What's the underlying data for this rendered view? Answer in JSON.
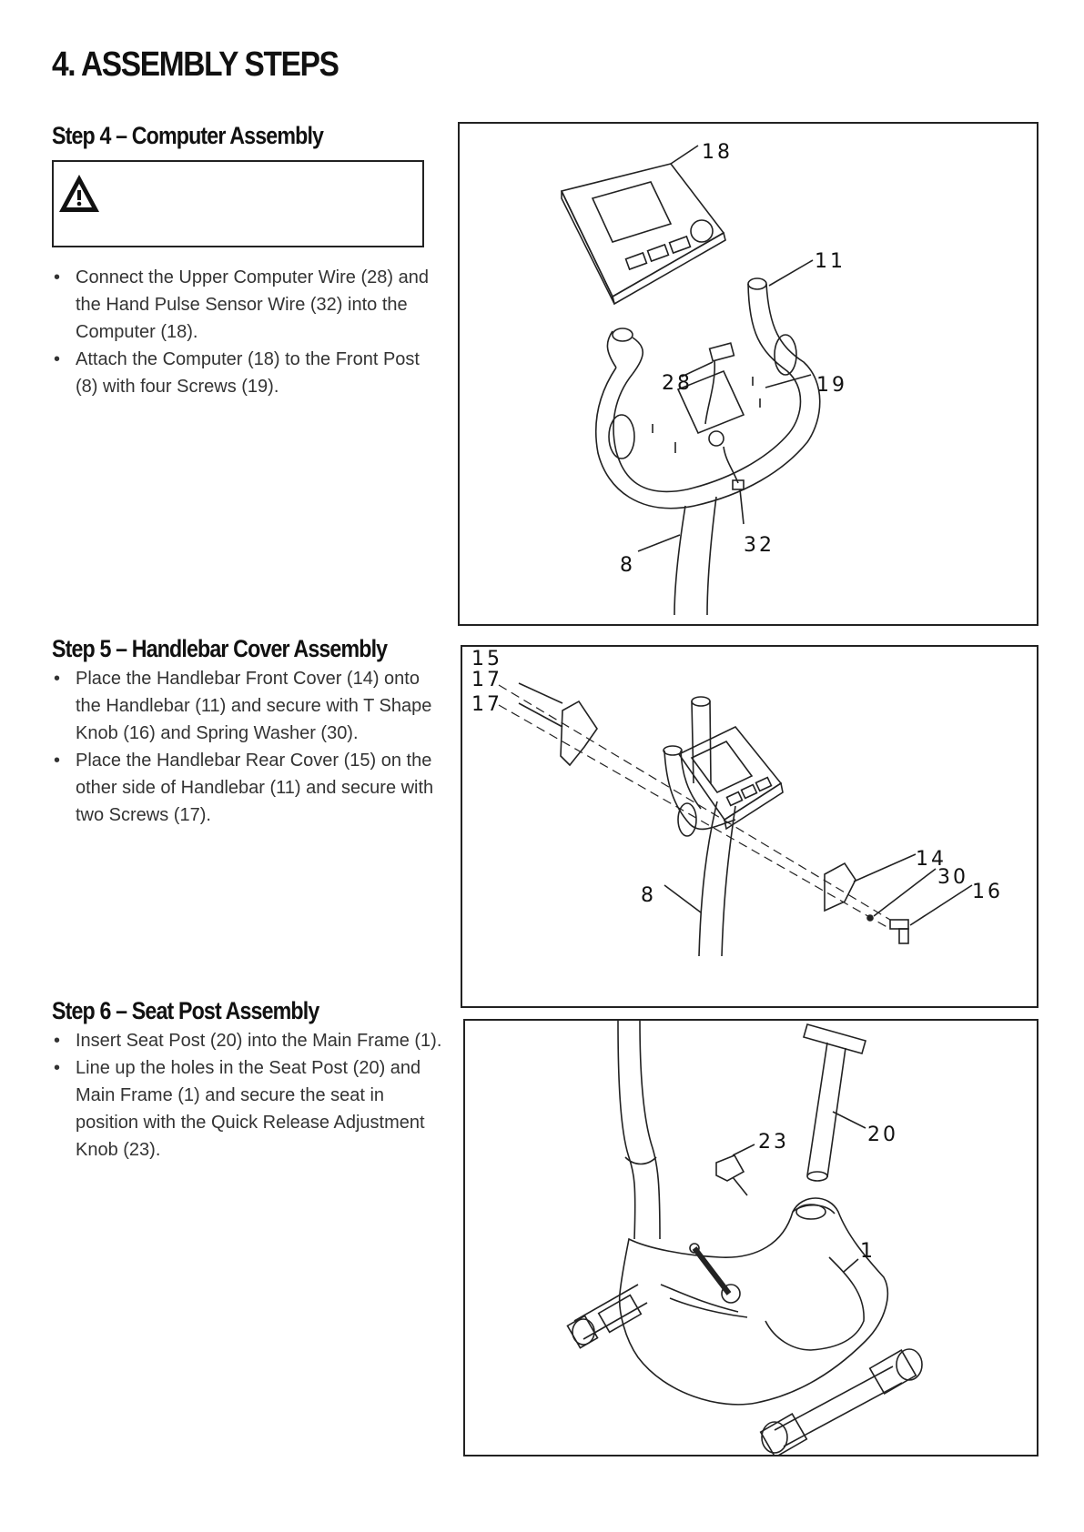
{
  "page_title": "4. ASSEMBLY STEPS",
  "steps": [
    {
      "heading": "Step 4 – Computer Assembly",
      "bullets": [
        "Connect the Upper Computer Wire (28) and the Hand Pulse Sensor Wire (32) into the Computer (18).",
        "Attach the Computer (18) to the Front Post (8) with four Screws (19)."
      ],
      "callouts": [
        "18",
        "11",
        "28",
        "19",
        "32",
        "8"
      ]
    },
    {
      "heading": "Step 5 – Handlebar Cover Assembly",
      "bullets": [
        "Place the Handlebar Front Cover (14) onto the Handlebar (11) and secure with T Shape Knob (16) and Spring Washer (30).",
        "Place the Handlebar Rear Cover (15) on the other side of Handlebar (11) and secure with two Screws (17)."
      ],
      "callouts": [
        "15",
        "17",
        "17",
        "14",
        "30",
        "16",
        "8"
      ]
    },
    {
      "heading": "Step 6 – Seat Post Assembly",
      "bullets": [
        "Insert Seat Post (20) into the Main Frame (1).",
        "Line up the holes in the Seat Post (20) and Main Frame (1) and secure the seat in position with the Quick Release Adjustment Knob (23)."
      ],
      "callouts": [
        "23",
        "20",
        "1"
      ]
    }
  ],
  "bullet_symbol": "•",
  "icons": {
    "warning": "warning-triangle-icon"
  }
}
